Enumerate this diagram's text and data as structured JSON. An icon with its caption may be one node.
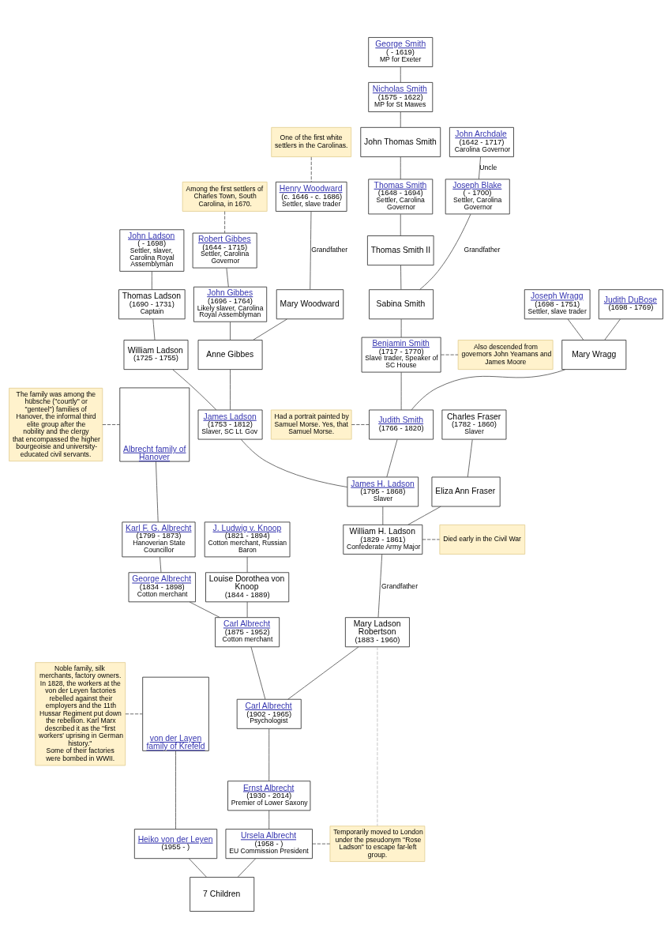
{
  "diagram": {
    "nodes": [
      {
        "text": [
          "George Smith",
          "( - 1619)",
          "MP for Exeter"
        ]
      },
      {
        "text": [
          "Nicholas Smith",
          "(1575 - 1622)",
          "MP for St Mawes"
        ]
      },
      {
        "text": [
          "One of the first white settlers in the Carolinas."
        ]
      },
      {
        "text": [
          "John Thomas Smith"
        ]
      },
      {
        "text": [
          "John Archdale",
          "(1642 - 1717)",
          "Carolina Governor"
        ]
      },
      {
        "text": [
          "Among the first settlers of Charles Town, South Carolina, in 1670."
        ]
      },
      {
        "text": [
          "Henry Woodward",
          "(c. 1646 - c. 1686)",
          "Settler, slave trader"
        ]
      },
      {
        "text": [
          "Thomas Smith",
          "(1648 - 1694)",
          "Settler, Carolina Governor"
        ]
      },
      {
        "text": [
          "Joseph Blake",
          "( - 1700)",
          "Settler, Carolina Governor"
        ]
      },
      {
        "text": [
          "John Ladson",
          "( - 1698)",
          "Settler, slaver, Carolina Royal Assemblyman"
        ]
      },
      {
        "text": [
          "Robert Gibbes",
          "(1644 - 1715)",
          "Settler, Carolina Governor"
        ]
      },
      {
        "text": [
          "Thomas Smith II"
        ]
      },
      {
        "text": [
          "Thomas Ladson",
          "(1690 - 1731)",
          "Captain"
        ]
      },
      {
        "text": [
          "John Gibbes",
          "(1696 - 1764)",
          "Likely slaver, Carolina Royal Assemblyman"
        ]
      },
      {
        "text": [
          "Mary Woodward"
        ]
      },
      {
        "text": [
          "Sabina Smith"
        ]
      },
      {
        "text": [
          "Joseph Wragg",
          "(1698 - 1751)",
          "Settler, slave trader"
        ]
      },
      {
        "text": [
          "Judith DuBose",
          "(1698 - 1769)"
        ]
      },
      {
        "text": [
          "William Ladson",
          "(1725 - 1755)"
        ]
      },
      {
        "text": [
          "Anne Gibbes"
        ]
      },
      {
        "text": [
          "Benjamin Smith",
          "(1717 - 1770)",
          "Slave trader, Speaker of SC House"
        ]
      },
      {
        "text": [
          "Also descended from governors John Yeamans and James Moore"
        ]
      },
      {
        "text": [
          "Mary Wragg"
        ]
      },
      {
        "text": [
          "The family was among the hübsche (\"courtly\" or \"genteel\") families of Hanover, the informal third elite group after the nobility and the clergy that encompassed the higher bourgeoisie and university-educated civil servants."
        ]
      },
      {
        "text": [
          "Albrecht family of Hanover"
        ]
      },
      {
        "text": [
          "James Ladson",
          "(1753 - 1812)",
          "Slaver, SC Lt. Gov"
        ]
      },
      {
        "text": [
          "Had a portrait painted by Samuel Morse. Yes, that Samuel Morse."
        ]
      },
      {
        "text": [
          "Judith Smith",
          "(1766 - 1820)"
        ]
      },
      {
        "text": [
          "Charles Fraser",
          "(1782 - 1860)",
          "Slaver"
        ]
      },
      {
        "text": [
          "James H. Ladson",
          "(1795 - 1868)",
          "Slaver"
        ]
      },
      {
        "text": [
          "Eliza Ann Fraser"
        ]
      },
      {
        "text": [
          "Karl F. G. Albrecht",
          "(1799 - 1873)",
          "Hanoverian State Councillor"
        ]
      },
      {
        "text": [
          "J. Ludwig v. Knoop",
          "(1821 - 1894)",
          "Cotton merchant, Russian Baron"
        ]
      },
      {
        "text": [
          "William H. Ladson",
          "(1829 - 1861)",
          "Confederate Army Major"
        ]
      },
      {
        "text": [
          "Died early in the Civil War"
        ]
      },
      {
        "text": [
          "George Albrecht",
          "(1834 - 1898)",
          "Cotton merchant"
        ]
      },
      {
        "text": [
          "Louise Dorothea von Knoop",
          "(1844 - 1889)"
        ]
      },
      {
        "text": [
          "Carl Albrecht",
          "(1875 - 1952)",
          "Cotton merchant"
        ]
      },
      {
        "text": [
          "Mary Ladson Robertson",
          "(1883 - 1960)"
        ]
      },
      {
        "text": [
          "Noble family, silk merchants, factory owners.",
          "In 1828, the workers at the von der Leyen factories rebelled against their employers and the 11th Hussar Regiment put down the rebellion. Karl Marx described it as the \"first workers' uprising in German history.\"",
          "Some of their factories were bombed in WWII."
        ]
      },
      {
        "text": [
          "von der Layen family of Krefeld"
        ]
      },
      {
        "text": [
          "Carl Albrecht",
          "(1902 - 1965)",
          "Psychologist"
        ]
      },
      {
        "text": [
          "Ernst Albrecht",
          "(1930 - 2014)",
          "Premier of Lower Saxony"
        ]
      },
      {
        "text": [
          "Heiko von der Leyen",
          "(1955 - )"
        ]
      },
      {
        "text": [
          "Ursela Albrecht",
          "(1958 - )",
          "EU Commission President"
        ]
      },
      {
        "text": [
          "Temporarily moved to London under the pseudonym \"Rose Ladson\" to escape far-left group."
        ]
      },
      {
        "text": [
          "7 Children"
        ]
      }
    ],
    "edges": [
      {
        "from": 0,
        "to": 1,
        "arrow": "none"
      },
      {
        "from": 1,
        "to": 3,
        "arrow": "none"
      },
      {
        "from": 2,
        "to": 6,
        "arrow": "none",
        "style": "dashed"
      },
      {
        "from": 3,
        "to": 7,
        "arrow": "none"
      },
      {
        "from": 4,
        "to": 8,
        "arrow": "none",
        "label": "Uncle"
      },
      {
        "from": 5,
        "to": 10,
        "arrow": "none",
        "style": "dashed"
      },
      {
        "from": 6,
        "to": 14,
        "arrow": "none",
        "label": "Grandfather"
      },
      {
        "from": 7,
        "to": 11,
        "arrow": "none"
      },
      {
        "from": 8,
        "to": 15,
        "arrow": "none",
        "label": "Grandfather"
      },
      {
        "from": 9,
        "to": 12,
        "arrow": "none"
      },
      {
        "from": 10,
        "to": 13,
        "arrow": "none"
      },
      {
        "from": 11,
        "to": 15,
        "arrow": "none"
      },
      {
        "from": 12,
        "to": 18,
        "arrow": "none"
      },
      {
        "from": 13,
        "to": 19,
        "arrow": "none"
      },
      {
        "from": 14,
        "to": 19,
        "arrow": "none"
      },
      {
        "from": 15,
        "to": 20,
        "arrow": "none"
      },
      {
        "from": 16,
        "to": 22,
        "arrow": "none"
      },
      {
        "from": 17,
        "to": 22,
        "arrow": "none"
      },
      {
        "from": 20,
        "to": 21,
        "arrow": "none",
        "style": "dashed"
      },
      {
        "from": 18,
        "to": 25,
        "arrow": "none"
      },
      {
        "from": 19,
        "to": 25,
        "arrow": "none"
      },
      {
        "from": 20,
        "to": 27,
        "arrow": "none"
      },
      {
        "from": 22,
        "to": 27,
        "arrow": "none"
      },
      {
        "from": 23,
        "to": 24,
        "arrow": "none",
        "style": "dashed"
      },
      {
        "from": 26,
        "to": 27,
        "arrow": "none",
        "style": "dashed"
      },
      {
        "from": 28,
        "to": 30,
        "arrow": "none"
      },
      {
        "from": 25,
        "to": 29,
        "arrow": "none"
      },
      {
        "from": 27,
        "to": 29,
        "arrow": "none"
      },
      {
        "from": 24,
        "to": 31,
        "arrow": "none"
      },
      {
        "from": 29,
        "to": 33,
        "arrow": "none"
      },
      {
        "from": 30,
        "to": 33,
        "arrow": "none"
      },
      {
        "from": 33,
        "to": 34,
        "arrow": "none",
        "style": "dashed"
      },
      {
        "from": 31,
        "to": 35,
        "arrow": "none"
      },
      {
        "from": 32,
        "to": 36,
        "arrow": "none"
      },
      {
        "from": 33,
        "to": 38,
        "arrow": "none",
        "label": "Grandfather"
      },
      {
        "from": 35,
        "to": 37,
        "arrow": "none"
      },
      {
        "from": 36,
        "to": 37,
        "arrow": "none"
      },
      {
        "from": 37,
        "to": 41,
        "arrow": "none"
      },
      {
        "from": 38,
        "to": 41,
        "arrow": "none"
      },
      {
        "from": 38,
        "to": 45,
        "arrow": "none",
        "style": "dashed",
        "color": "#bdbdbd"
      },
      {
        "from": 39,
        "to": 40,
        "arrow": "none",
        "style": "dashed"
      },
      {
        "from": 41,
        "to": 42,
        "arrow": "none"
      },
      {
        "from": 40,
        "to": 43,
        "arrow": "none"
      },
      {
        "from": 42,
        "to": 44,
        "arrow": "none"
      },
      {
        "from": 44,
        "to": 45,
        "arrow": "none",
        "style": "dashed"
      },
      {
        "from": 43,
        "to": 46,
        "arrow": "none"
      },
      {
        "from": 44,
        "to": 46,
        "arrow": "none"
      }
    ]
  }
}
